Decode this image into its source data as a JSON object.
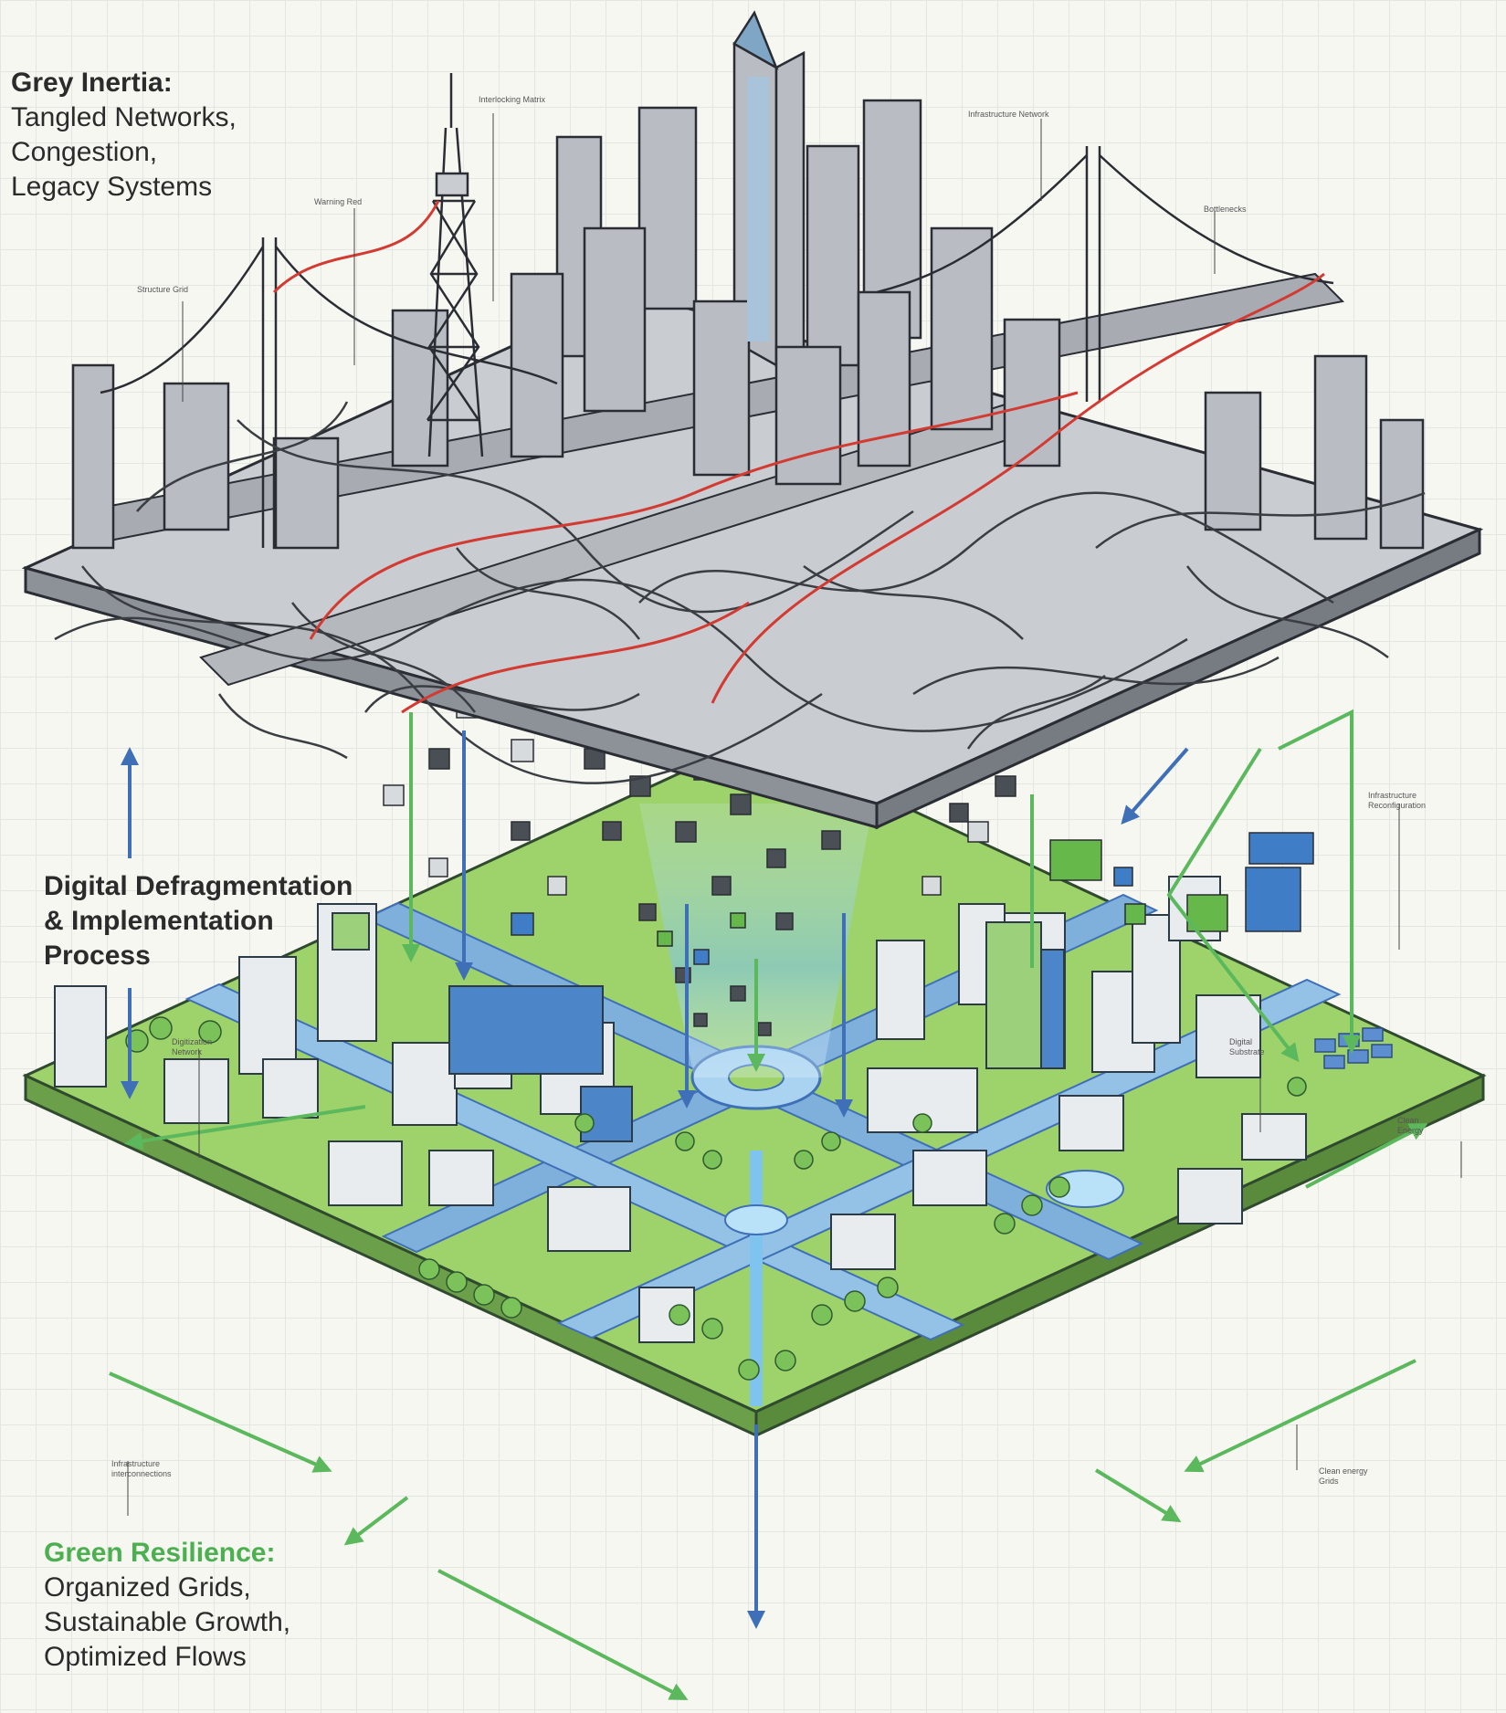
{
  "grey_label": {
    "heading": "Grey Inertia:",
    "lines": [
      "Tangled Networks,",
      "Congestion,",
      "Legacy Systems"
    ]
  },
  "process_label": {
    "lines": [
      "Digital Defragmentation",
      "& Implementation",
      "Process"
    ]
  },
  "green_label": {
    "heading": "Green Resilience:",
    "lines": [
      "Organized Grids,",
      "Sustainable Growth,",
      "Optimized Flows"
    ]
  },
  "tiny_labels": {
    "top_center": "Interlocking Matrix",
    "top_right": "Infrastructure Network",
    "far_right": "Bottlenecks",
    "tower": "Warning Red",
    "left_grid": "Structure Grid",
    "right_mid": [
      "Infrastructure",
      "Reconfiguration"
    ],
    "left_mid": [
      "Digitization",
      "Network"
    ],
    "right_mid2": [
      "Digital",
      "Substrate"
    ],
    "right_corner": [
      "Clean",
      "Energy"
    ],
    "lower_left": [
      "Infrastructure",
      "interconnections"
    ],
    "lower_right": [
      "Clean energy",
      "Grids"
    ]
  },
  "colors": {
    "grey_stroke": "#3a3d42",
    "grey_fill": "#c9ccd0",
    "red_wire": "#d23a32",
    "green": "#5cb85c",
    "blue": "#3f7ec7",
    "water": "#7fb8e6"
  }
}
